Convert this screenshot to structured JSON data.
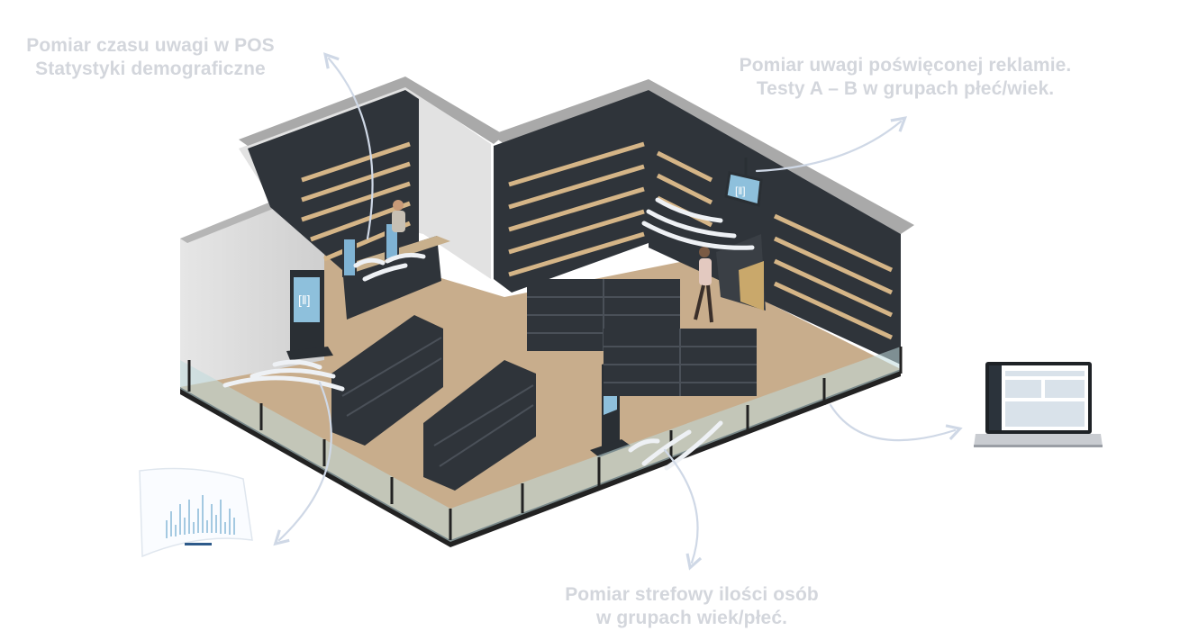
{
  "captions": {
    "top_left": [
      "Pomiar czasu uwagi w POS",
      "Statystyki demograficzne"
    ],
    "top_right": [
      "Pomiar uwagi poświęconej reklamie.",
      "Testy A – B w grupach płeć/wiek."
    ],
    "bottom": [
      "Pomiar strefowy ilości osób",
      "w grupach wiek/płeć."
    ]
  },
  "colors": {
    "floor": "#c8ad8c",
    "wall_top": "#a9a9a9",
    "wall_light": "#dedede",
    "shelving_dark": "#2f343a",
    "shelf_wood": "#d5b587",
    "screen": "#7fb3d4",
    "glass": "#bfdadd",
    "arrow": "#cfd8e6",
    "wave": "#e9edf2"
  },
  "icons": {
    "display_logo": "bracket-logo-icon",
    "report": "report-chart-icon",
    "laptop": "laptop-dashboard-icon"
  }
}
